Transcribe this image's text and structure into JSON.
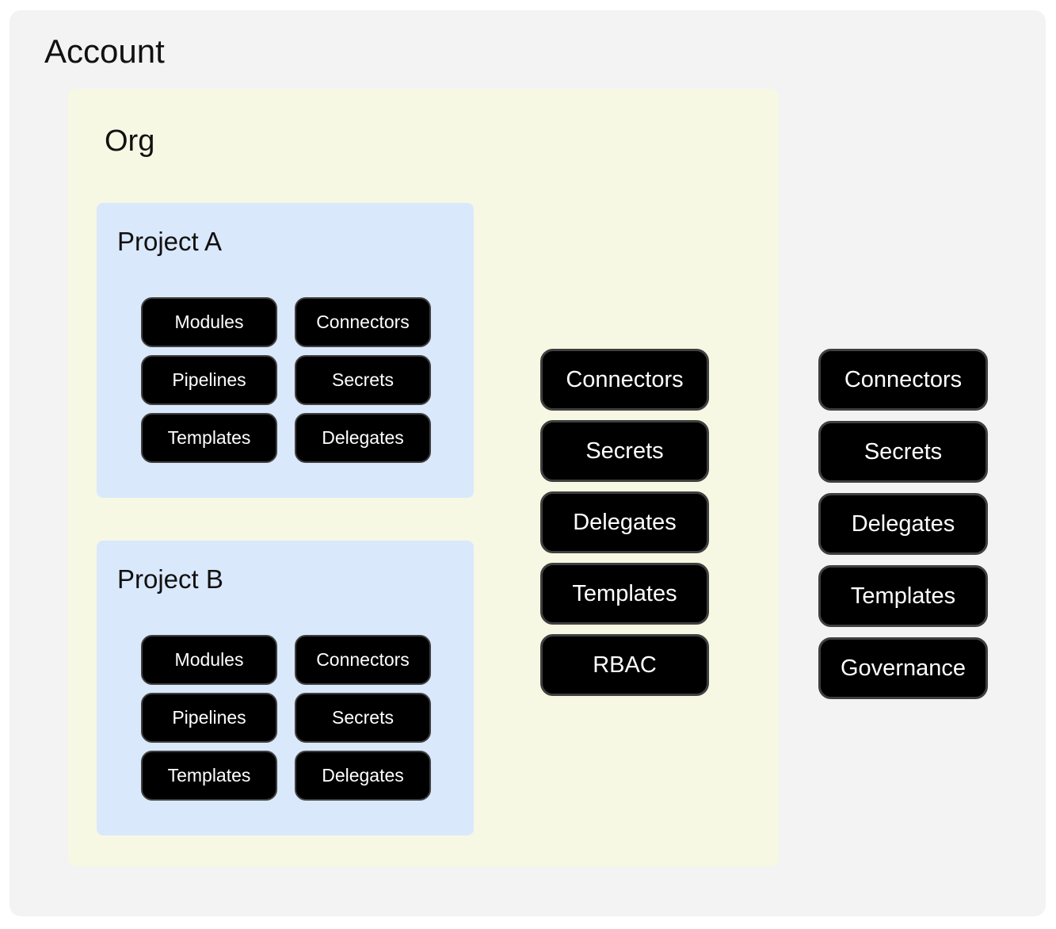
{
  "colors": {
    "page_bg": "#ffffff",
    "account_bg": "#f3f3f3",
    "org_bg": "#f6f8e3",
    "project_bg": "#dae8fc",
    "pill_bg": "#000000",
    "pill_border": "#3f3f3f",
    "pill_text": "#ffffff",
    "title_text": "#111111"
  },
  "account": {
    "title": "Account",
    "resources": [
      "Connectors",
      "Secrets",
      "Delegates",
      "Templates",
      "Governance"
    ]
  },
  "org": {
    "title": "Org",
    "resources": [
      "Connectors",
      "Secrets",
      "Delegates",
      "Templates",
      "RBAC"
    ]
  },
  "projects": [
    {
      "title": "Project A",
      "resources": [
        "Modules",
        "Connectors",
        "Pipelines",
        "Secrets",
        "Templates",
        "Delegates"
      ]
    },
    {
      "title": "Project B",
      "resources": [
        "Modules",
        "Connectors",
        "Pipelines",
        "Secrets",
        "Templates",
        "Delegates"
      ]
    }
  ]
}
